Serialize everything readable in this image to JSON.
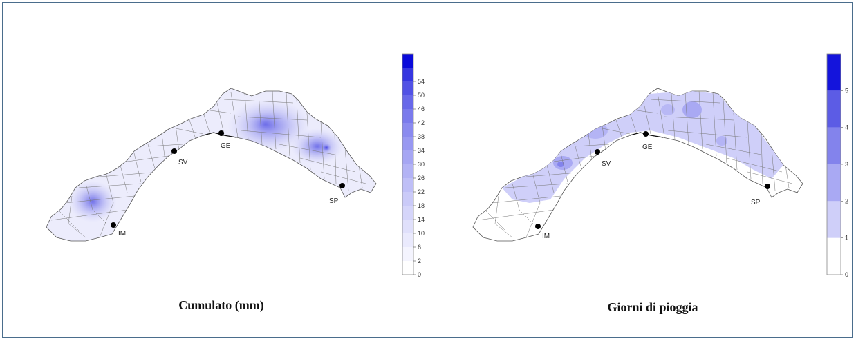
{
  "maps": [
    {
      "caption": "Cumulato (mm)",
      "legend_ticks": [
        "0",
        "2",
        "6",
        "10",
        "14",
        "18",
        "22",
        "26",
        "30",
        "34",
        "38",
        "42",
        "46",
        "50",
        "54"
      ],
      "legend_colors": [
        "#ffffff",
        "#f4f4fe",
        "#eaeafd",
        "#e0e0fb",
        "#d5d5fa",
        "#cacaf8",
        "#bfbff7",
        "#b3b3f5",
        "#a6a6f3",
        "#9898f1",
        "#8a8aef",
        "#7a7aec",
        "#6868e9",
        "#5252e5",
        "#3636e0",
        "#0a0ada"
      ],
      "cities": [
        "GE",
        "SV",
        "IM",
        "SP"
      ]
    },
    {
      "caption": "Giorni di pioggia",
      "legend_ticks": [
        "0",
        "1",
        "2",
        "3",
        "4",
        "5"
      ],
      "legend_colors": [
        "#ffffff",
        "#cfcff9",
        "#a9a9f3",
        "#8383ec",
        "#5c5ce5",
        "#1414dc"
      ],
      "cities": [
        "GE",
        "SV",
        "IM",
        "SP"
      ]
    }
  ]
}
